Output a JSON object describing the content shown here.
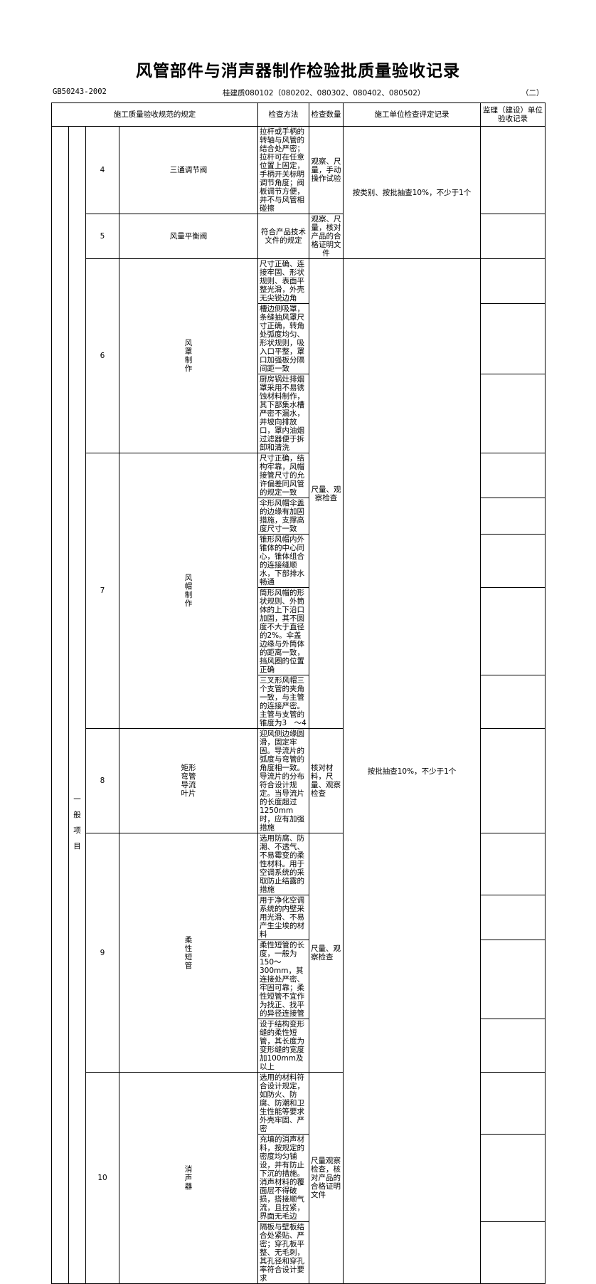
{
  "title": "风管部件与消声器制作检验批质量验收记录",
  "standard_code": "GB50243-2002",
  "form_code": "桂建质080102（080202、080302、080402、080502）",
  "page_part": "（二）",
  "headers": {
    "spec": "施工质量验收规范的规定",
    "method": "检查方法",
    "quantity": "检查数量",
    "contractor": "施工单位检查评定记录",
    "supervisor": "监理（建设）单位验收记录"
  },
  "section_label_chars": [
    "一",
    "般",
    "项",
    "目"
  ],
  "items": {
    "i4": {
      "no": "4",
      "name": "三通调节阀",
      "req": "拉杆或手柄的转轴与风管的结合处严密；拉杆可在任意位置上固定，手柄开关标明调节角度；阀板调节方便，并不与风管相碰擦",
      "method": "观察、尺量，手动操作试验"
    },
    "i5": {
      "no": "5",
      "name": "风量平衡阀",
      "req": "符合产品技术文件的规定",
      "method": "观察、尺量，核对产品的合格证明文件"
    },
    "i6": {
      "no": "6",
      "name": "风罩制作",
      "reqs": [
        "尺寸正确、连接牢固、形状规则、表面平整光滑，外壳无尖锐边角",
        "槽边侧吸罩，条缝抽风罩尺寸正确，转角处弧度均匀、形状规则，吸入口平整，罩口加强板分隔间距一致",
        "厨房锅灶排烟罩采用不易锈蚀材料制作，其下部集水槽严密不漏水，并坡向排放口，罩内油烟过滤器便于拆卸和清洗"
      ]
    },
    "i7": {
      "no": "7",
      "name": "风帽制作",
      "reqs": [
        "尺寸正确，结构牢靠，风帽接管尺寸的允许偏差同风管的规定一致",
        "伞形风帽伞盖的边缘有加固措施，支撑高度尺寸一致",
        "锥形风帽内外锥体的中心同心，锥体组合的连接缝顺水，下部排水畅通",
        "筒形风帽的形状规则、外筒体的上下沿口加固，其不圆度不大于直径的2%。伞盖边缘与外筒体的距离一致，挡风圈的位置正确",
        "三叉形风帽三个支管的夹角一致，与主管的连接严密。主管与支管的锥度为3　～4"
      ]
    },
    "i6i7_method": "尺量、观察检查",
    "i8": {
      "no": "8",
      "name": "矩形弯管导流叶片",
      "req": "迎风侧边缘圆滑，固定牢固。导流片的弧度与弯管的角度相一致。导流片的分布符合设计规定。当导流片的长度超过1250mm时，应有加强措施",
      "method": "核对材料，尺量、观察检查"
    },
    "i9": {
      "no": "9",
      "name": "柔性短管",
      "reqs": [
        "选用防腐、防潮、不透气、不易霉变的柔性材料。用于空调系统的采取防止结露的措施",
        "用于净化空调系统的内壁采用光滑、不易产生尘埃的材料",
        "柔性短管的长度，一般为150～300mm，其连接处严密、牢固可靠；柔性短管不宜作为找正、找平的异径连接管",
        "设于结构变形缝的柔性短管，其长度为变形缝的宽度加100mm及以上"
      ],
      "method": "尺量、观察检查"
    },
    "i10": {
      "no": "10",
      "name": "消声器",
      "reqs": [
        "选用的材料符合设计规定，如防火、防腐、防潮和卫生性能等要求外壳牢固、严密",
        "充填的消声材料，按规定的密度均匀铺设，并有防止下沉的措施。消声材料的覆面层不得破损，搭接顺气流，且拉紧，界面无毛边",
        "隔板与壁板结合处紧贴、严密；穿孔板平整、无毛刺，其孔径和穿孔率符合设计要求"
      ],
      "method": "尺量观察检查，核对产品的合格证明文件"
    }
  },
  "quantity_1": "按类别、按批抽查10%，不少于1个",
  "quantity_2": "按批抽查10%，不少于1个"
}
